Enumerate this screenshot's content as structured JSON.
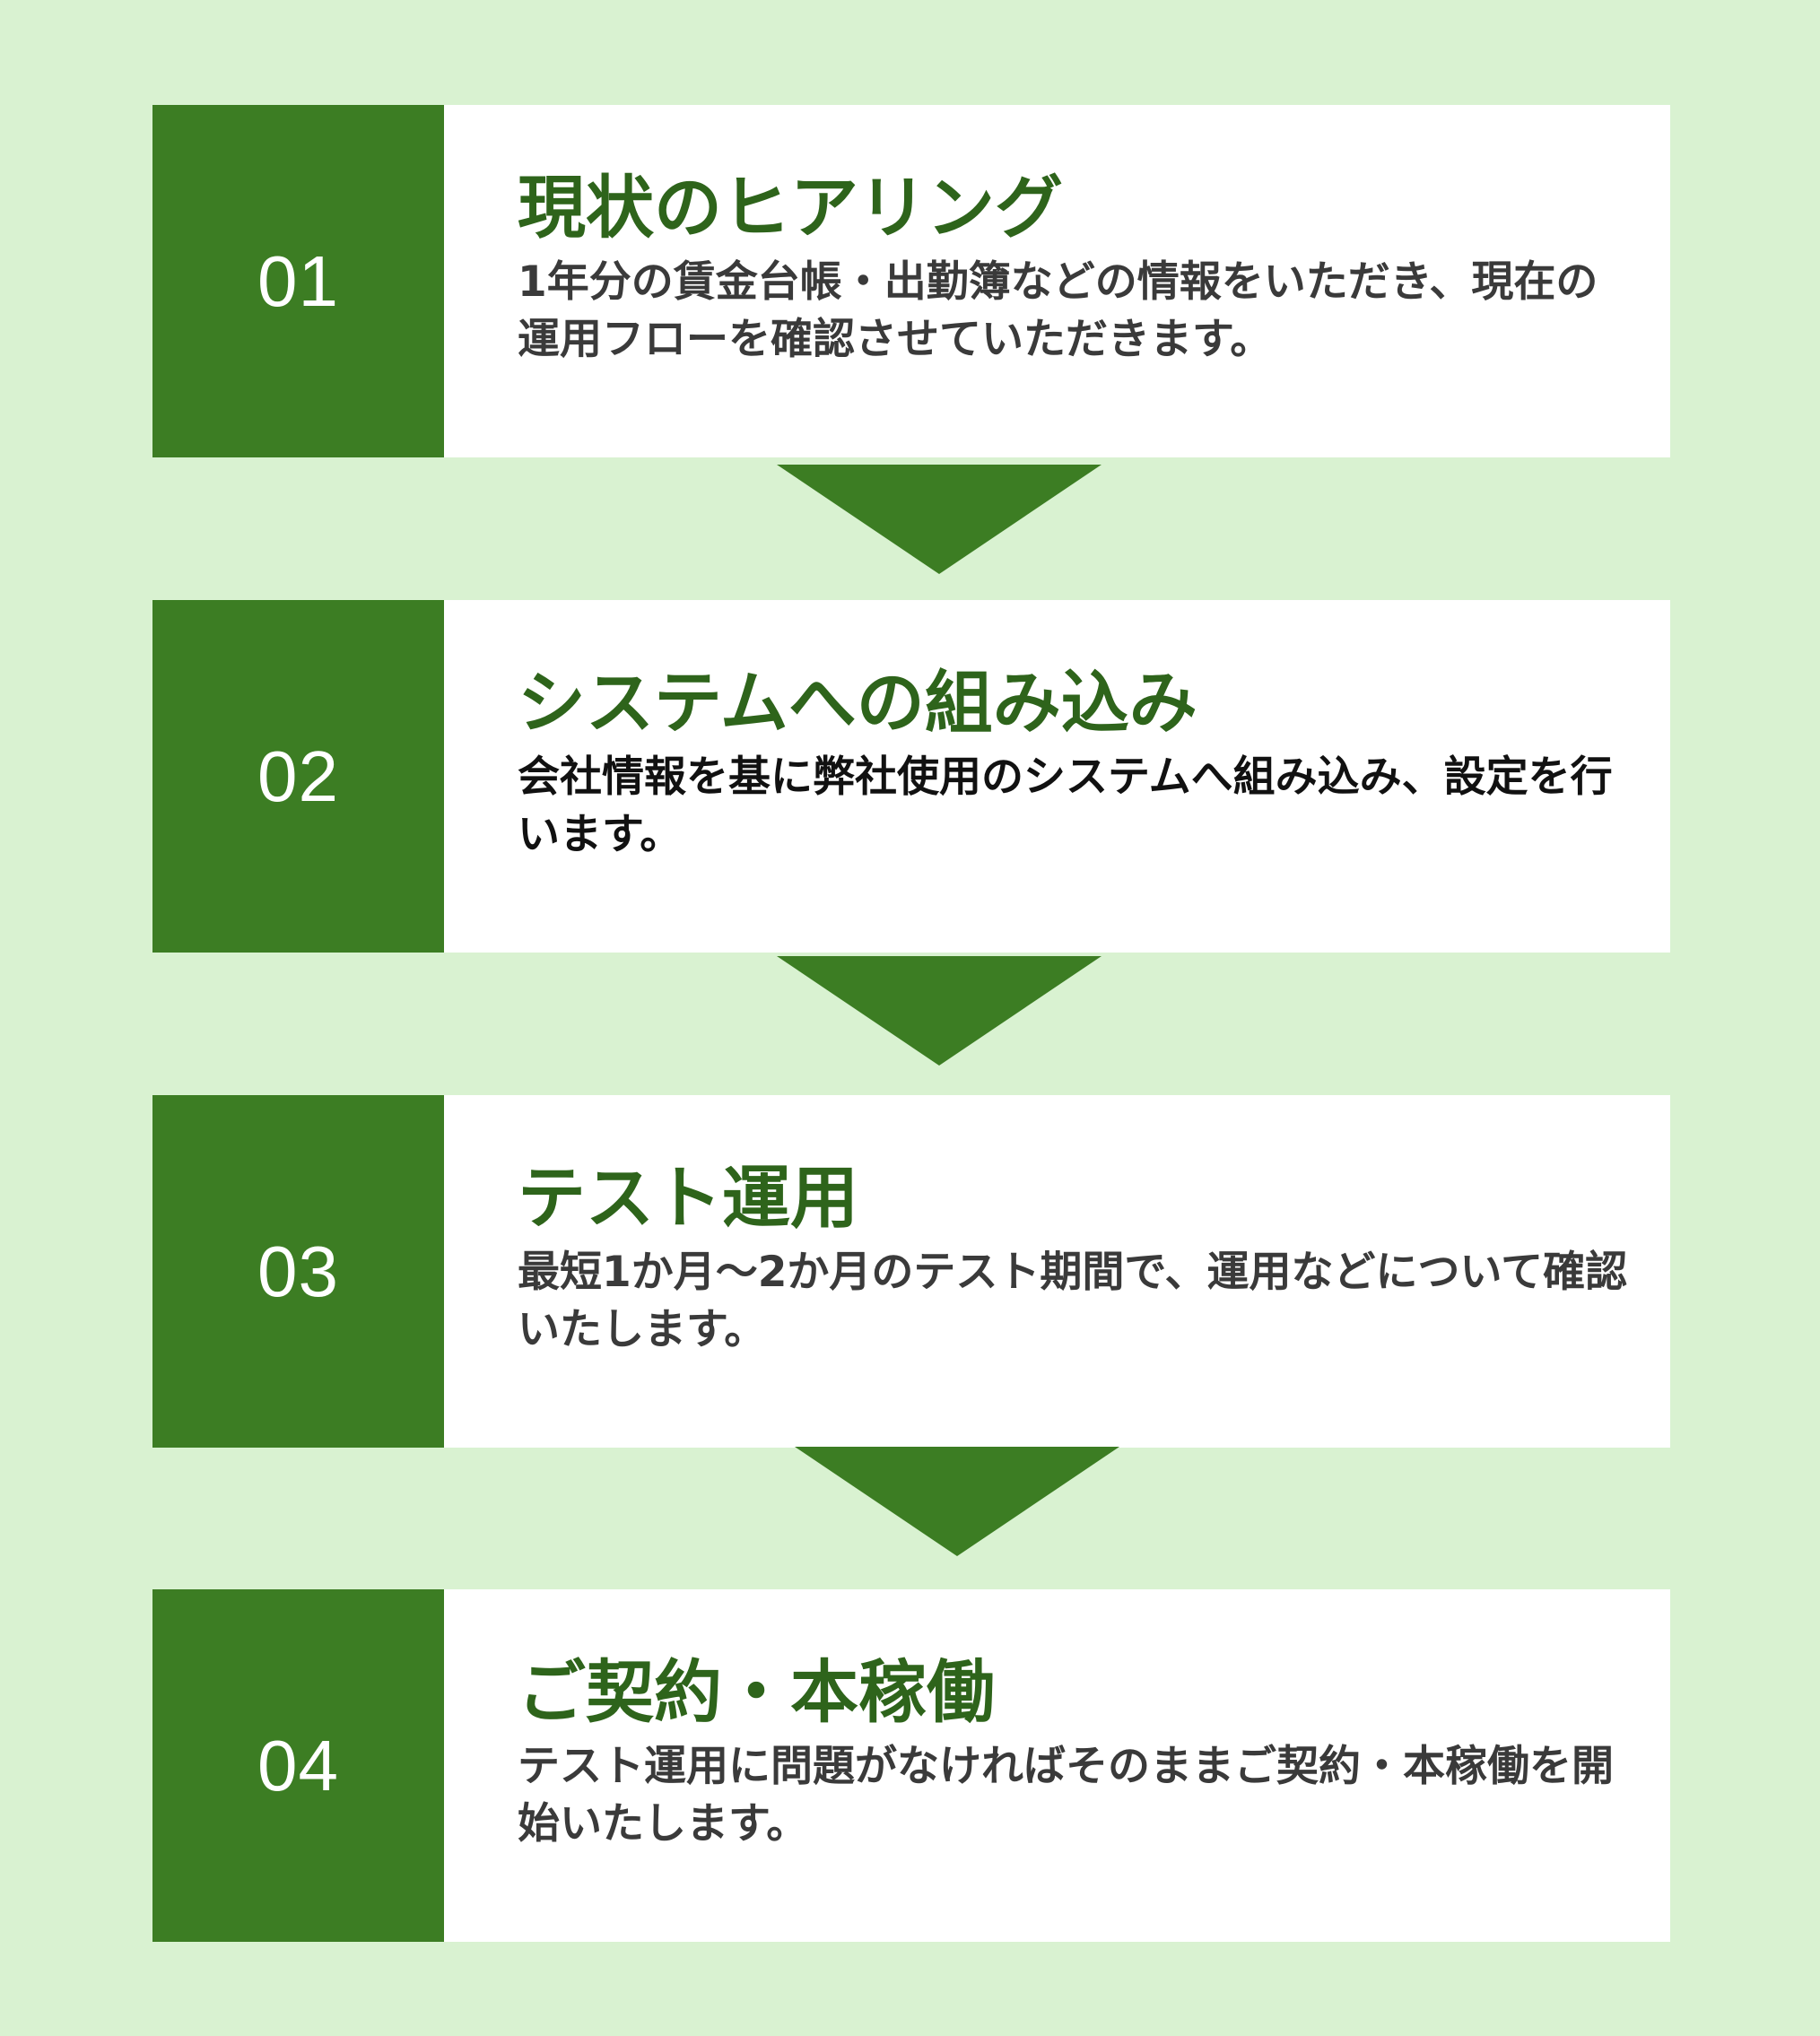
{
  "steps": [
    {
      "number": "01",
      "title": "現状のヒアリング",
      "description": "1年分の賃金台帳・出勤簿などの情報をいただき、現在の運用フローを確認させていただきます。"
    },
    {
      "number": "02",
      "title": "システムへの組み込み",
      "description": "会社情報を基に弊社使用のシステムへ組み込み、設定を行います。"
    },
    {
      "number": "03",
      "title": "テスト運用",
      "description": "最短1か月～2か月のテスト期間で、運用などについて確認いたします。"
    },
    {
      "number": "04",
      "title": "ご契約・本稼働",
      "description": "テスト運用に問題がなければそのままご契約・本稼働を開始いたします。"
    }
  ],
  "colors": {
    "background": "#d9f2d1",
    "accent": "#3c7d23",
    "title": "#2e641b"
  }
}
